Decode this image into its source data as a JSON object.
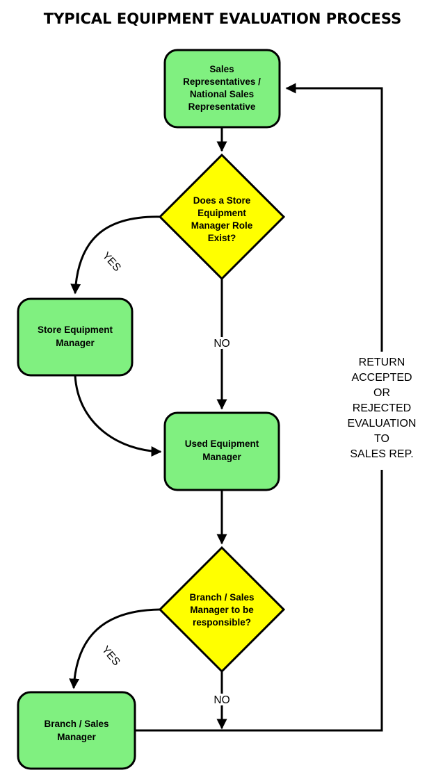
{
  "title": "TYPICAL EQUIPMENT EVALUATION PROCESS",
  "colors": {
    "process_fill": "#80f080",
    "decision_fill": "#ffff00",
    "stroke": "#000000"
  },
  "nodes": {
    "sales_rep": {
      "lines": [
        "Sales",
        "Representatives /",
        "National Sales",
        "Representative"
      ]
    },
    "decision_store": {
      "lines": [
        "Does a Store",
        "Equipment",
        "Manager Role",
        "Exist?"
      ]
    },
    "store_manager": {
      "lines": [
        "Store Equipment",
        "Manager"
      ]
    },
    "used_manager": {
      "lines": [
        "Used Equipment",
        "Manager"
      ]
    },
    "decision_branch": {
      "lines": [
        "Branch / Sales",
        "Manager to be",
        "responsible?"
      ]
    },
    "branch_manager": {
      "lines": [
        "Branch / Sales",
        "Manager"
      ]
    }
  },
  "edge_labels": {
    "yes_1": "YES",
    "no_1": "NO",
    "yes_2": "YES",
    "no_2": "NO"
  },
  "return_label": [
    "RETURN",
    "ACCEPTED",
    "OR",
    "REJECTED",
    "EVALUATION",
    "TO",
    "SALES REP."
  ]
}
